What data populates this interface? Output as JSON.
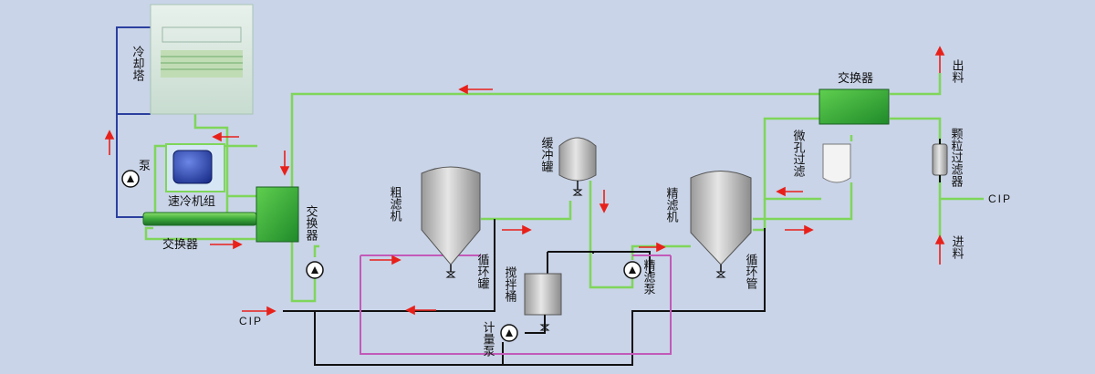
{
  "labels": {
    "cooling_tower": "冷却塔",
    "pump": "泵",
    "chiller": "速冷机组",
    "exchanger_bottom": "交换器",
    "exchanger_mid": "交换器",
    "exchanger_top": "交换器",
    "coarse_filter": "粗滤机",
    "buffer_tank": "缓冲罐",
    "circ_tank": "循环罐",
    "mixing_bucket": "搅拌桶",
    "metering_pump": "计量泵",
    "fine_filter_pump": "精滤泵",
    "fine_filter": "精滤机",
    "circ_pipe": "循环管",
    "micro_filter": "微孔过滤",
    "particle_filter": "颗粒过滤器",
    "outlet": "出料",
    "inlet": "进料",
    "cip_left": "CIP",
    "cip_right": "CIP"
  },
  "colors": {
    "background": "#c9d4e8",
    "green_pipe": "#7fd65a",
    "black_pipe": "#111111",
    "magenta_pipe": "#c25ab8",
    "blue_pipe": "#2b3f9e",
    "arrow_red": "#e8201a",
    "equipment_green": "#3faa3a",
    "tank_gray": "#c8c8c8"
  }
}
